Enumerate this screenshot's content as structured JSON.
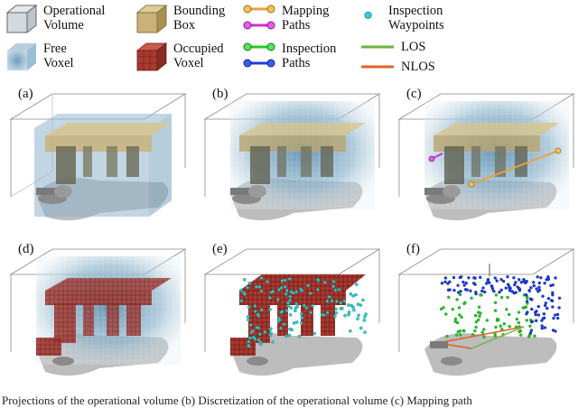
{
  "legend": {
    "operational_volume": {
      "line1": "Operational",
      "line2": "Volume",
      "icon": "cube-gray-icon",
      "color": "#c9d3da"
    },
    "bounding_box": {
      "line1": "Bounding",
      "line2": "Box",
      "icon": "cube-tan-icon",
      "color": "#c8b27a"
    },
    "mapping_paths": {
      "line1": "Mapping",
      "line2": "Paths",
      "icon": "mapping-paths-icon",
      "color_a": "#e8a33a",
      "color_b": "#d62ad6"
    },
    "inspection_waypoints": {
      "line1": "Inspection",
      "line2": "Waypoints",
      "icon": "waypoint-dot-icon",
      "color": "#2ed0d0"
    },
    "free_voxel": {
      "line1": "Free",
      "line2": "Voxel",
      "icon": "cube-blue-icon",
      "color": "#7ea9c4"
    },
    "occupied_voxel": {
      "line1": "Occupied",
      "line2": "Voxel",
      "icon": "cube-red-icon",
      "color": "#a83a32"
    },
    "inspection_paths": {
      "line1": "Inspection",
      "line2": "Paths",
      "icon": "inspection-paths-icon",
      "color_a": "#22cc22",
      "color_b": "#1a3ee0"
    },
    "los": {
      "label": "LOS",
      "icon": "los-line-icon",
      "color": "#6db33f"
    },
    "nlos": {
      "label": "NLOS",
      "icon": "nlos-line-icon",
      "color": "#e0622a"
    }
  },
  "panels": [
    {
      "label": "(a)"
    },
    {
      "label": "(b)"
    },
    {
      "label": "(c)"
    },
    {
      "label": "(d)"
    },
    {
      "label": "(e)"
    },
    {
      "label": "(f)"
    }
  ],
  "caption": "Projections of the operational volume (b) Discretization of the operational volume (c) Mapping path"
}
